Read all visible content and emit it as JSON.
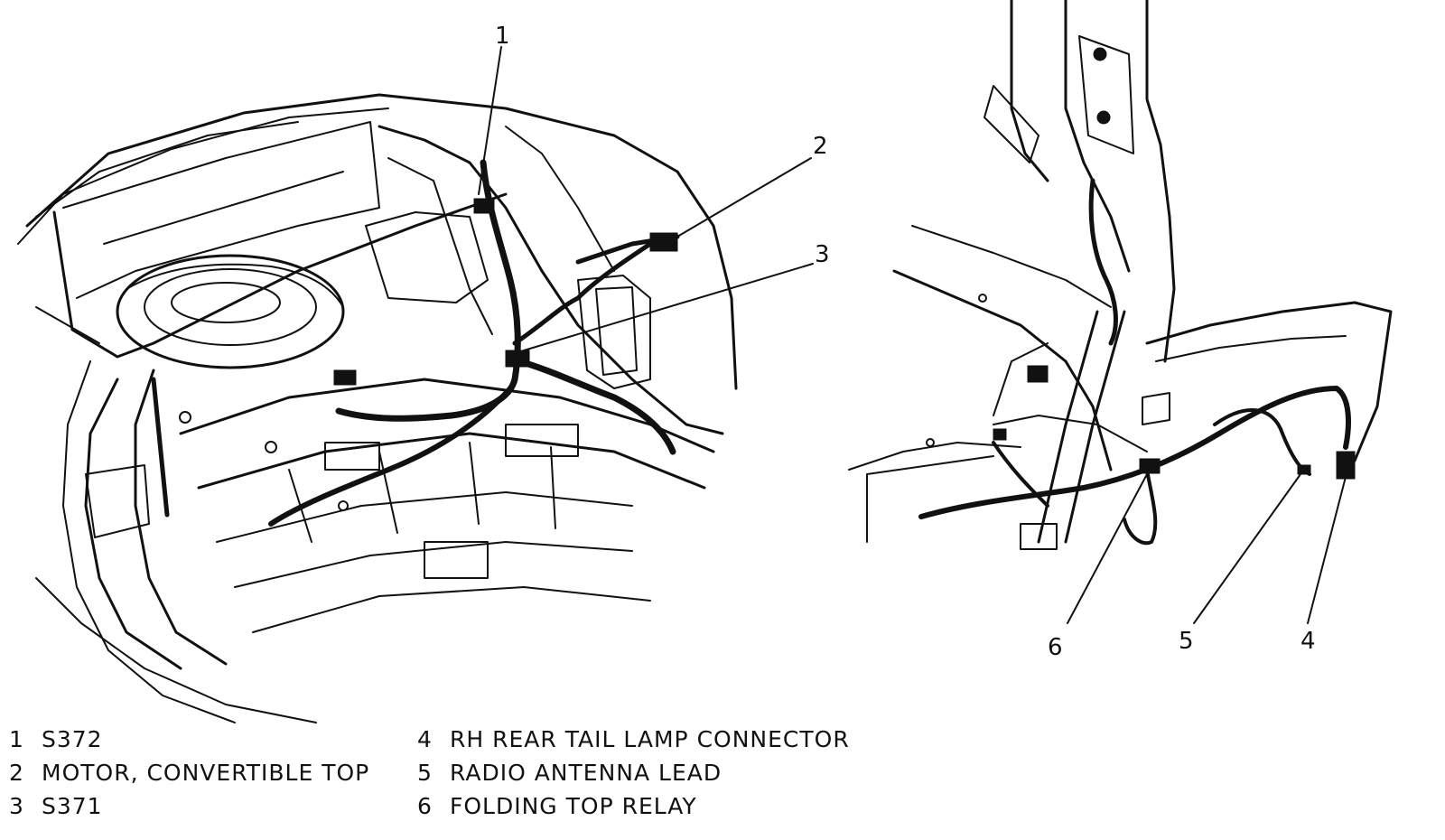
{
  "callouts": [
    "1",
    "2",
    "3",
    "4",
    "5",
    "6"
  ],
  "legend": [
    {
      "num": "1",
      "label": "S372"
    },
    {
      "num": "2",
      "label": "MOTOR, CONVERTIBLE TOP"
    },
    {
      "num": "3",
      "label": "S371"
    },
    {
      "num": "4",
      "label": "RH REAR TAIL LAMP CONNECTOR"
    },
    {
      "num": "5",
      "label": "RADIO ANTENNA LEAD"
    },
    {
      "num": "6",
      "label": "FOLDING TOP RELAY"
    }
  ]
}
